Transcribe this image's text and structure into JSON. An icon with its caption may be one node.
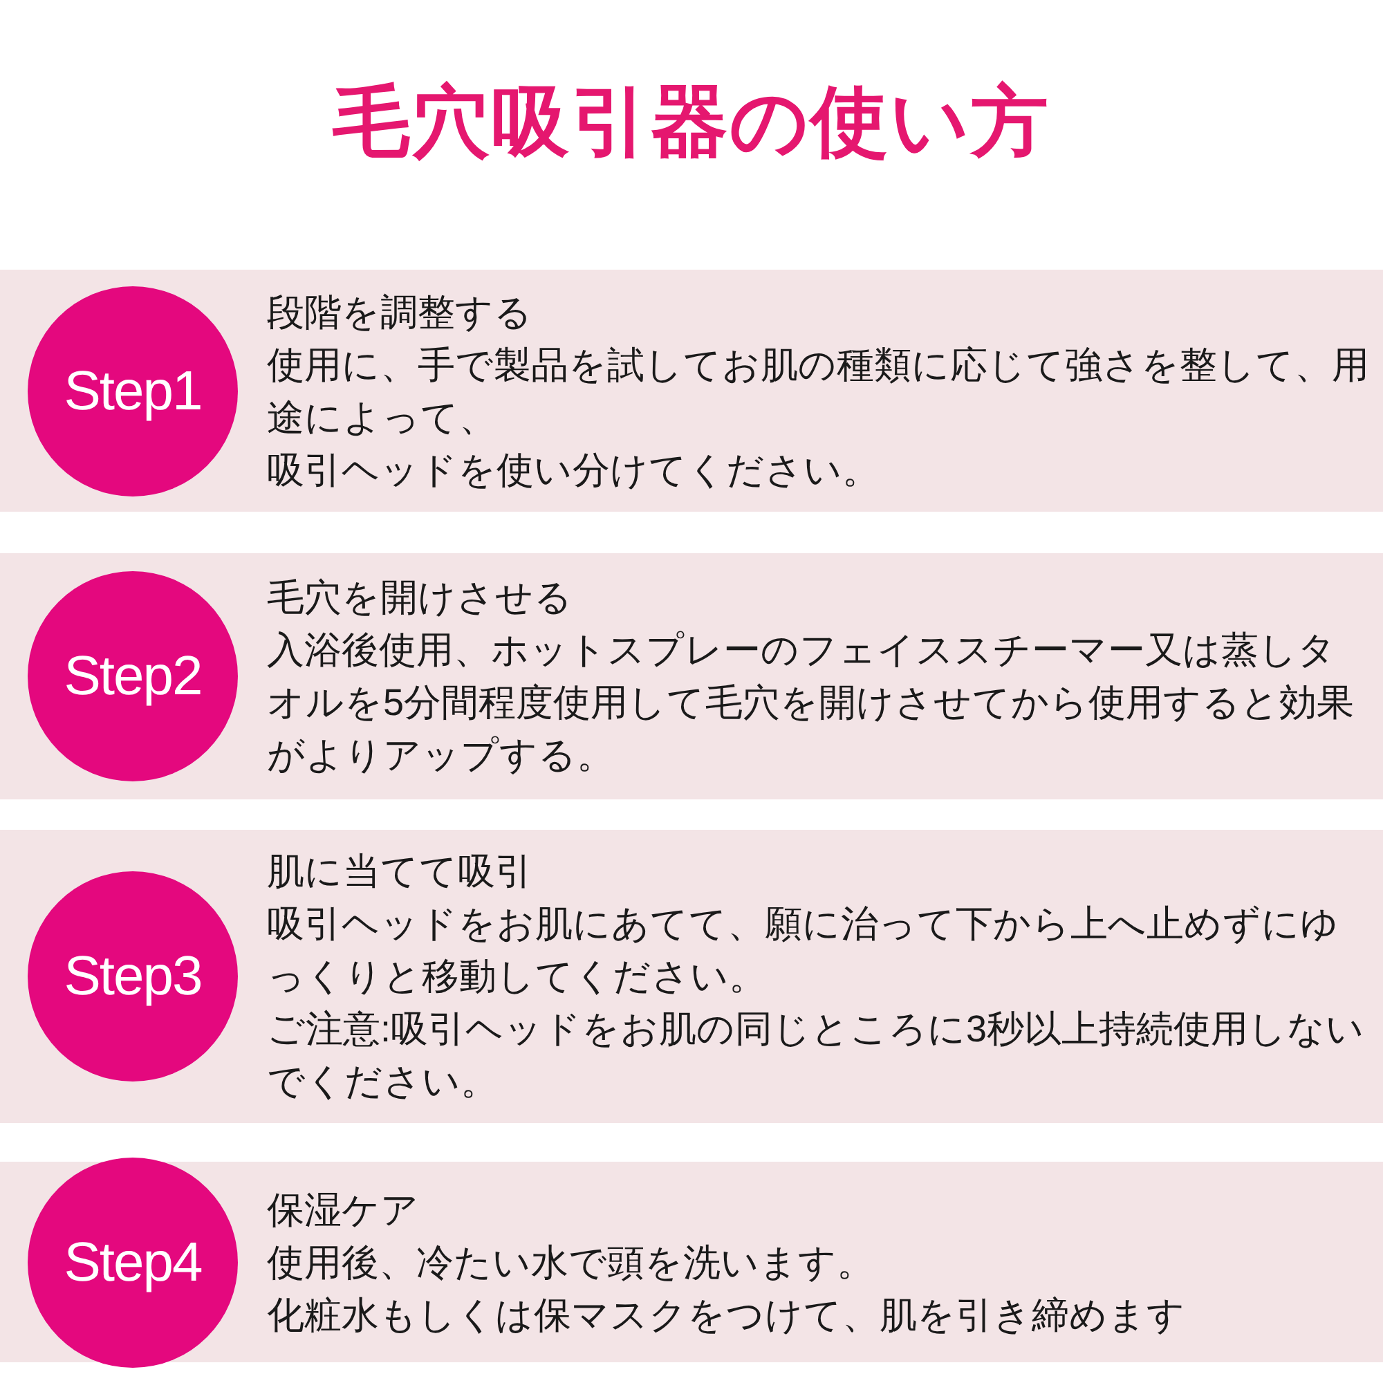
{
  "diagram": {
    "title": "毛穴吸引器の使い方",
    "nodes": [
      {
        "text": [
          "段階を調整する",
          "使用に、手で製品を試してお肌の種類に応じて強さを整して、用途によって、",
          "吸引ヘッドを使い分けてください。"
        ]
      },
      {
        "text": [
          "Step1"
        ],
        "in": 0
      },
      {
        "text": [
          "毛穴を開けさせる",
          "入浴後使用、ホットスプレーのフェイススチーマー又は蒸しタオルを5分間程度使用して毛穴を開けさせてから使用すると効果がよりアップする。"
        ]
      },
      {
        "text": [
          "Step2"
        ],
        "in": 2
      },
      {
        "text": [
          "肌に当てて吸引",
          "吸引ヘッドをお肌にあてて、願に治って下から上へ止めずにゆっくりと移動してください。",
          "ご注意:吸引ヘッドをお肌の同じところに3秒以上持続使用しないでください。"
        ]
      },
      {
        "text": [
          "Step3"
        ],
        "in": 4
      },
      {
        "text": [
          "保湿ケア",
          "使用後、冷たい水で頭を洗います。",
          "化粧水もしくは保マスクをつけて、肌を引き締めます"
        ]
      },
      {
        "text": [
          "Step4"
        ],
        "in": 6
      }
    ]
  }
}
